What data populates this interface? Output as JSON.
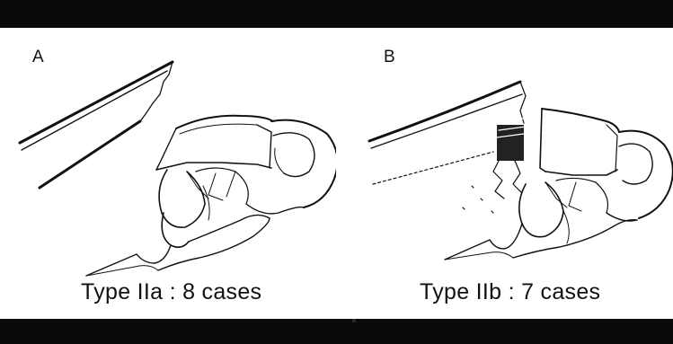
{
  "panels": [
    {
      "letter": "A",
      "caption": "Type IIa : 8 cases"
    },
    {
      "letter": "B",
      "caption": "Type IIb : 7 cases"
    }
  ]
}
